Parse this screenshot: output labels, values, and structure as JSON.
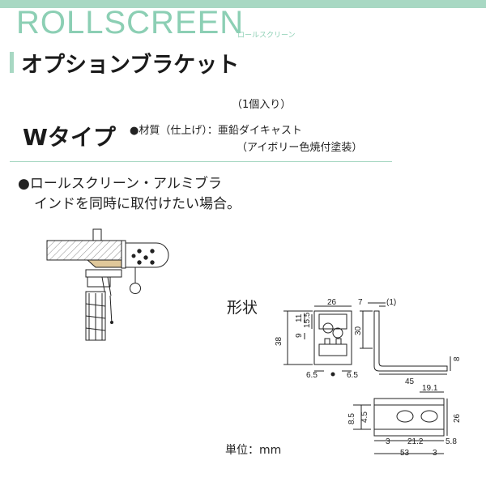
{
  "header": {
    "brand": "ROLLSCREEN",
    "brand_sub": "ロールスクリーン"
  },
  "title": "オプションブラケット",
  "quantity": "（1個入り）",
  "type_name": "Wタイプ",
  "spec": {
    "line1": "●材質（仕上げ）：亜鉛ダイキャスト",
    "line2": "（アイボリー色焼付塗装）"
  },
  "description": {
    "line1": "●ロールスクリーン・アルミブラ",
    "line2": "インドを同時に取付けたい場合。"
  },
  "shape_label": "形状",
  "unit_label": "単位：mm",
  "dimensions": {
    "front_width": "26",
    "front_height": "38",
    "hole_1": "11",
    "hole_2": "15.5",
    "hole_3": "9",
    "bottom_left": "6.5",
    "bottom_right": "6.5",
    "side_top": "7",
    "side_note": "(1)",
    "side_height": "30",
    "side_length": "45",
    "side_thickness": "8",
    "plan_top": "19.1",
    "plan_h1": "8.5",
    "plan_h2": "4.5",
    "plan_depth": "26",
    "plan_b1": "3",
    "plan_b2": "21.2",
    "plan_b3": "5.8",
    "plan_total": "53",
    "plan_b4": "3"
  },
  "colors": {
    "accent": "#a8d8c3",
    "brand": "#8ccfb4"
  }
}
